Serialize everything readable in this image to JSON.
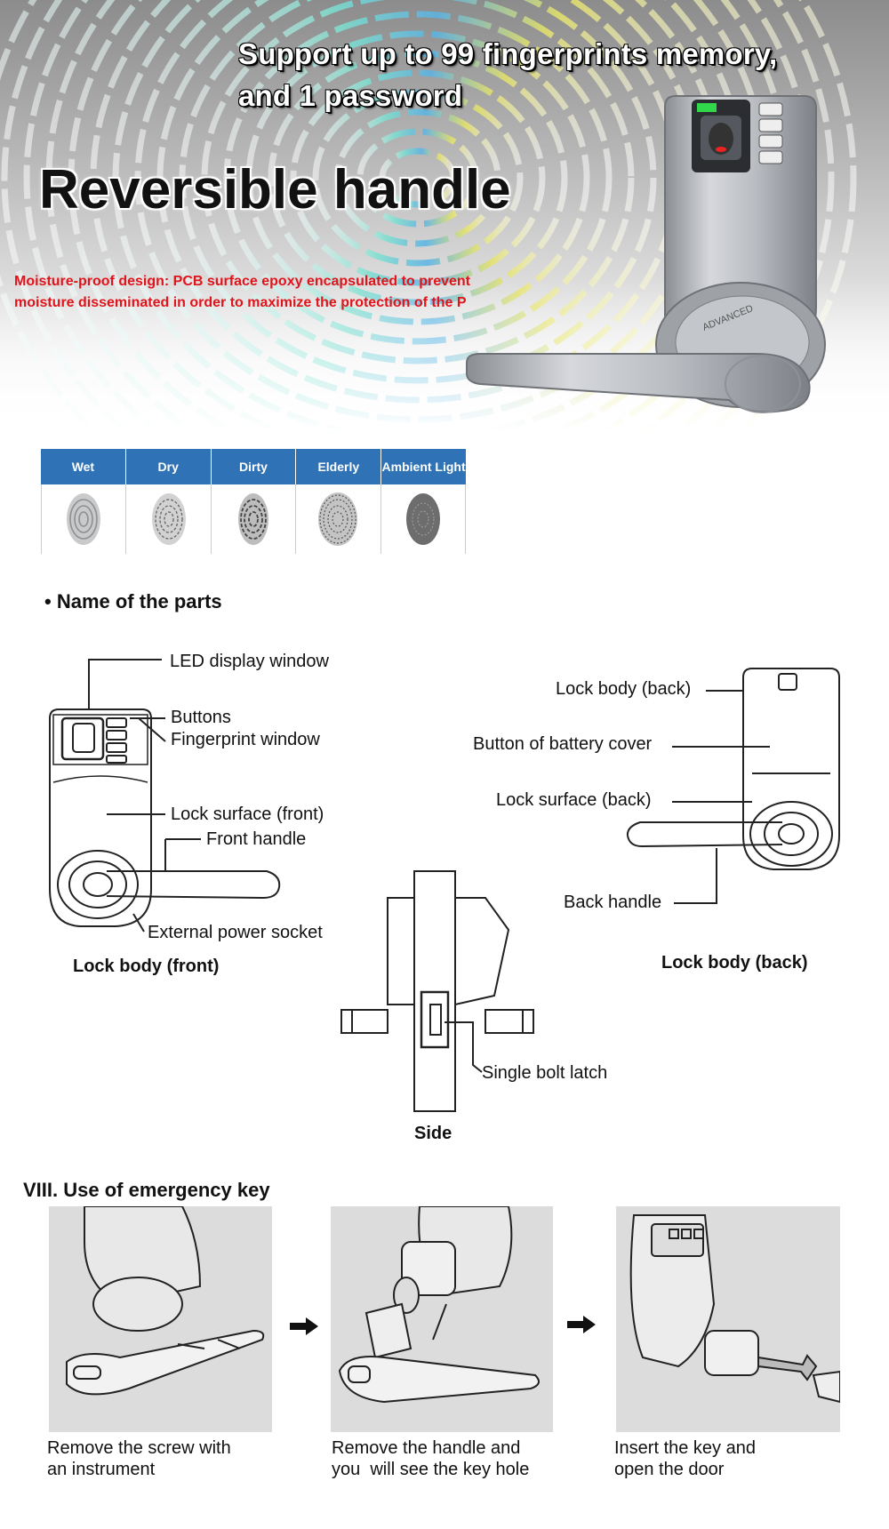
{
  "hero": {
    "line1": "Support up to 99 fingerprints memory,",
    "line2": "and 1 password",
    "title": "Reversible handle",
    "red_line1": "Moisture-proof design: PCB surface epoxy encapsulated to prevent",
    "red_line2": "moisture disseminated in order to maximize the protection of the P",
    "lock_ring_text": "ADVANCED"
  },
  "conditions": {
    "columns": [
      "Wet",
      "Dry",
      "Dirty",
      "Elderly",
      "Ambient Light"
    ]
  },
  "parts": {
    "heading": "Name of the parts",
    "front": {
      "led": "LED display window",
      "buttons": "Buttons",
      "fingerprint": "Fingerprint window",
      "surface": "Lock surface (front)",
      "handle": "Front handle",
      "socket": "External power socket",
      "caption": "Lock body (front)"
    },
    "back": {
      "body": "Lock body (back)",
      "battery": "Button of battery cover",
      "surface": "Lock surface (back)",
      "handle": "Back handle",
      "caption": "Lock body (back)"
    },
    "side": {
      "latch": "Single bolt latch",
      "caption": "Side"
    }
  },
  "emergency": {
    "heading": "VIII. Use of emergency key",
    "steps": [
      {
        "line1": "Remove the screw with",
        "line2": "an instrument"
      },
      {
        "line1": "Remove the handle and",
        "line2": "you  will see the key hole"
      },
      {
        "line1": "Insert the key and",
        "line2": "open the door"
      }
    ]
  }
}
